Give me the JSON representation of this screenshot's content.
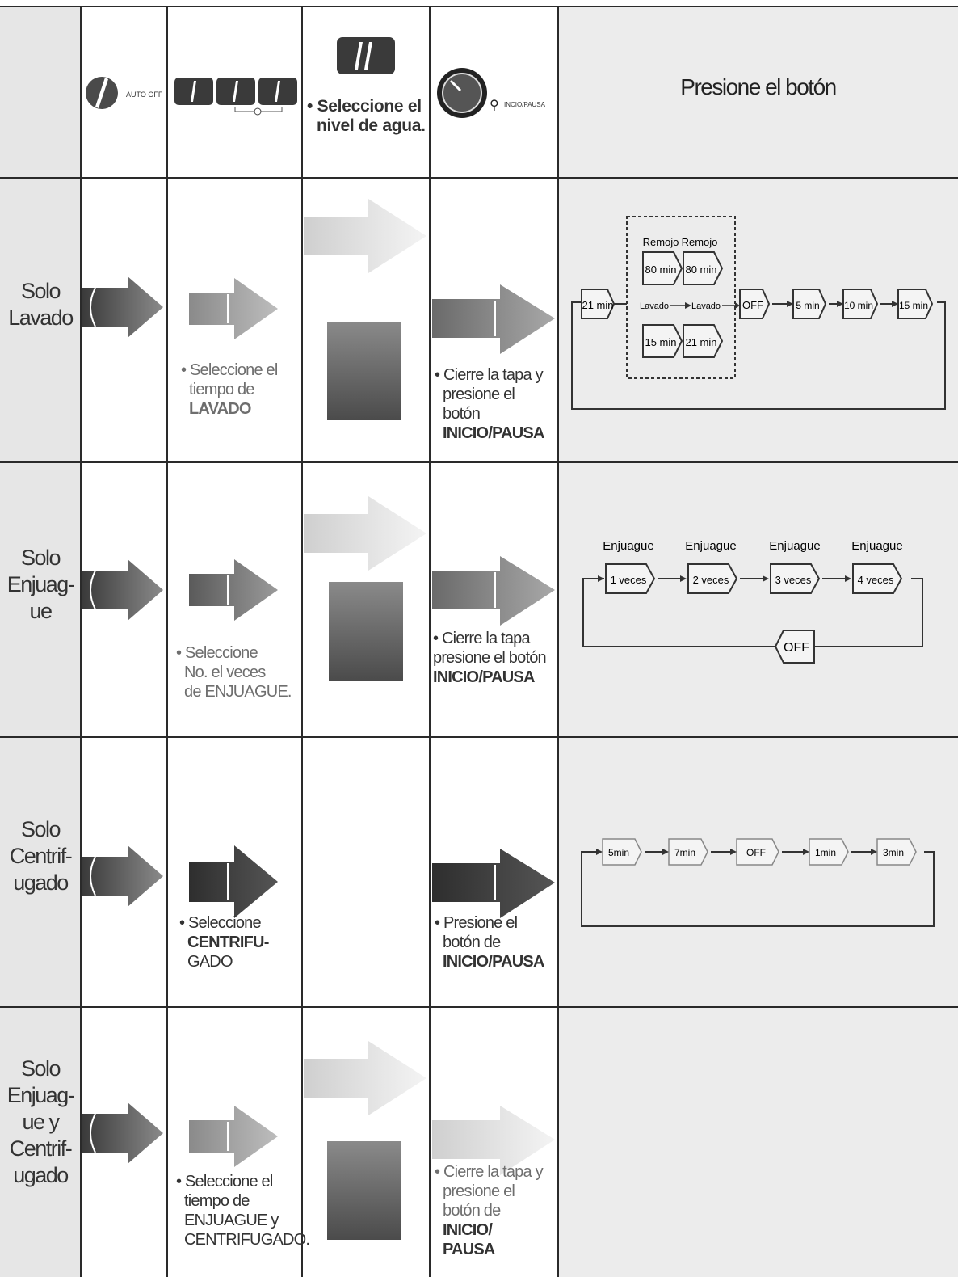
{
  "header": {
    "title": "Presione el botón",
    "auto_off_label": "AUTO OFF",
    "start_pause_label": "INCIO/PAUSA",
    "water_level_note": [
      "• Seleccione el",
      "nivel de agua."
    ]
  },
  "rows": [
    {
      "label": [
        "Solo",
        "Lavado"
      ],
      "select_note": [
        "• Seleccione el",
        "tiempo de",
        "LAVADO"
      ],
      "start_note": [
        "• Cierre la tapa y",
        "presione el",
        "botón",
        "INICIO/PAUSA"
      ]
    },
    {
      "label": [
        "Solo",
        "Enjuag-",
        "ue"
      ],
      "select_note": [
        "• Seleccione",
        "No. el veces",
        "de ENJUAGUE."
      ],
      "start_note": [
        "• Cierre la tapa",
        "presione el botón",
        "INICIO/PAUSA"
      ]
    },
    {
      "label": [
        "Solo",
        "Centrif-",
        "ugado"
      ],
      "select_note": [
        "• Seleccione",
        "CENTRIFU-",
        "GADO"
      ],
      "start_note": [
        "• Presione el",
        "botón de",
        "INICIO/PAUSA"
      ]
    },
    {
      "label": [
        "Solo",
        "Enjuag-",
        "ue y",
        "Centrif-",
        "ugado"
      ],
      "select_note": [
        "• Seleccione el",
        "tiempo de",
        "ENJUAGUE y",
        "CENTRIFUGADO."
      ],
      "start_note": [
        "• Cierre la tapa y",
        "presione el",
        "botón de",
        "INICIO/",
        "PAUSA"
      ]
    }
  ],
  "diagrams": {
    "wash": {
      "start": "21 min",
      "soak_label_1": "Remojo",
      "soak_label_2": "Remojo",
      "soak_1": "80 min",
      "soak_2": "80 min",
      "wash_label_1": "Lavado",
      "wash_label_2": "Lavado",
      "wash_1": "15 min",
      "wash_2": "21 min",
      "off": "OFF",
      "seq": [
        "5 min",
        "10 min",
        "15 min"
      ]
    },
    "rinse": {
      "label": "Enjuague",
      "counts": [
        "1 veces",
        "2 veces",
        "3 veces",
        "4 veces"
      ],
      "off": "OFF"
    },
    "spin": {
      "seq": [
        "5min",
        "7min",
        "OFF",
        "1min",
        "3min"
      ]
    }
  }
}
